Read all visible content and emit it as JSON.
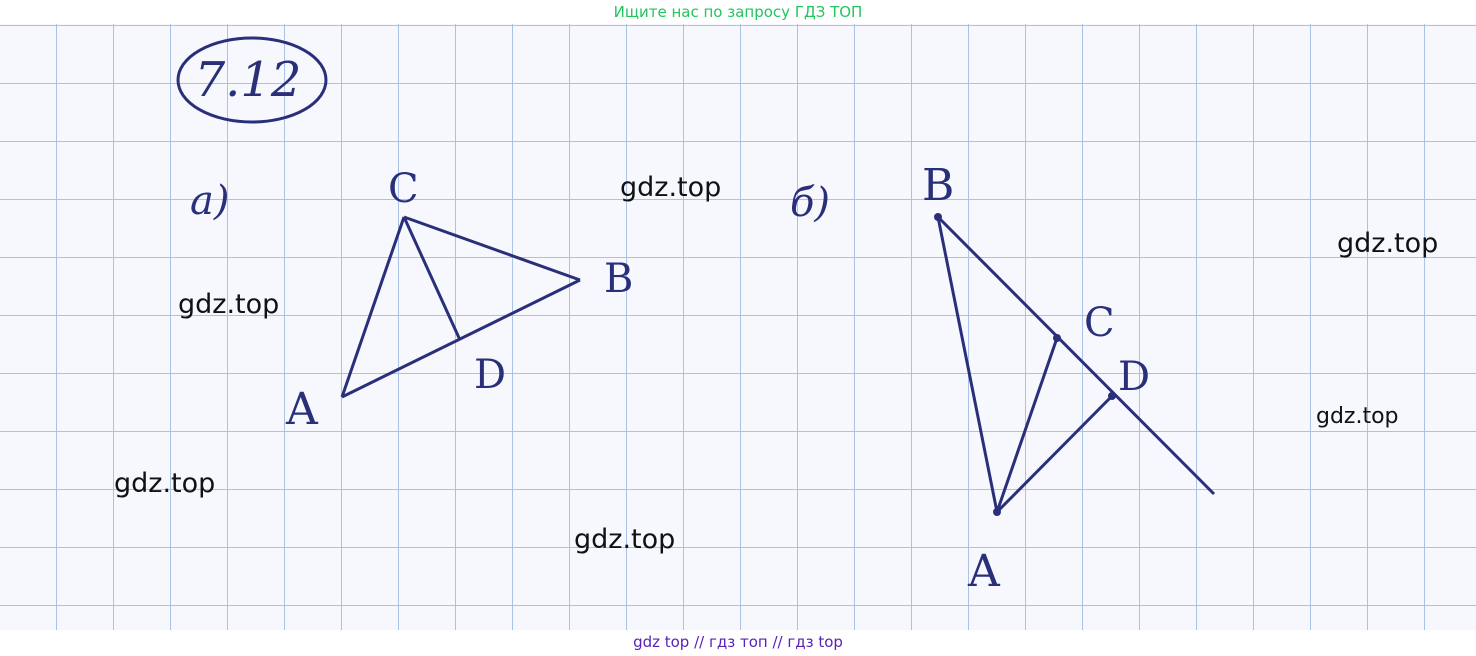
{
  "header": {
    "text": "Ищите нас по запросу ГДЗ ТОП",
    "color": "#22c55e"
  },
  "footer": {
    "text": "gdz top  //  гдз топ  //  гдз top",
    "color": "#5b21b6"
  },
  "problem": {
    "number": "7.12"
  },
  "part_a": {
    "label": "а)",
    "points": {
      "A": "A",
      "B": "B",
      "C": "C",
      "D": "D"
    }
  },
  "part_b": {
    "label": "б)",
    "points": {
      "A": "A",
      "B": "B",
      "C": "C",
      "D": "D"
    }
  },
  "watermarks": [
    "gdz.top",
    "gdz.top",
    "gdz.top",
    "gdz.top",
    "gdz.top",
    "gdz.top"
  ],
  "colors": {
    "ink": "#2a2f7a",
    "grid": "#a9c2e6",
    "paper": "#f6f8fd"
  }
}
